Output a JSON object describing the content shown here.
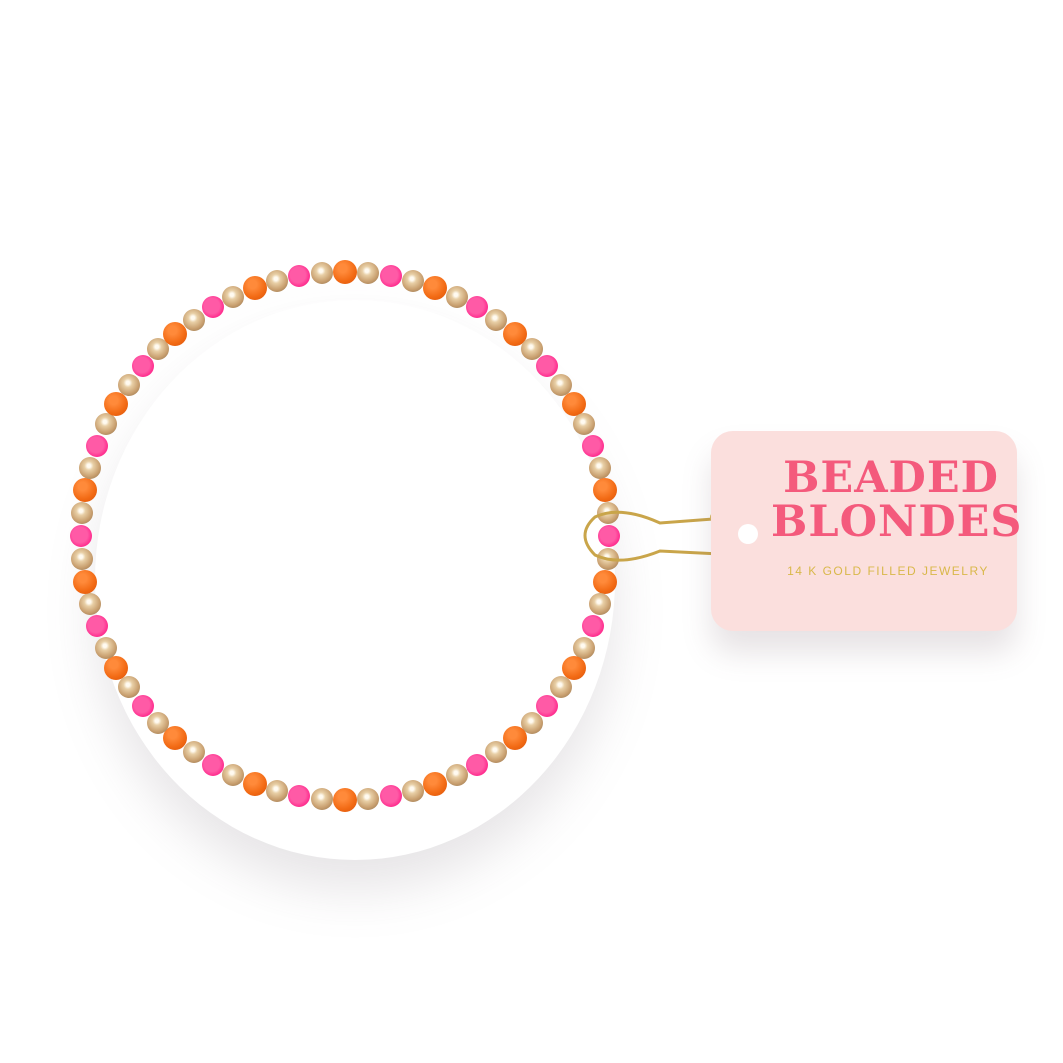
{
  "product": {
    "type": "beaded bracelet",
    "bead_pattern": [
      "orange",
      "gold",
      "pink",
      "gold"
    ],
    "colors": {
      "orange": "#f26a14",
      "gold": "#d4b07e",
      "pink": "#ff2d8e",
      "tag": "#fbdfdd",
      "brand_text": "#f45a7c",
      "foil_text": "#d9b84a"
    }
  },
  "tag": {
    "brand_line1": "BEADED",
    "brand_line2": "BLONDES",
    "subtitle": "14 K GOLD FILLED JEWELRY"
  }
}
